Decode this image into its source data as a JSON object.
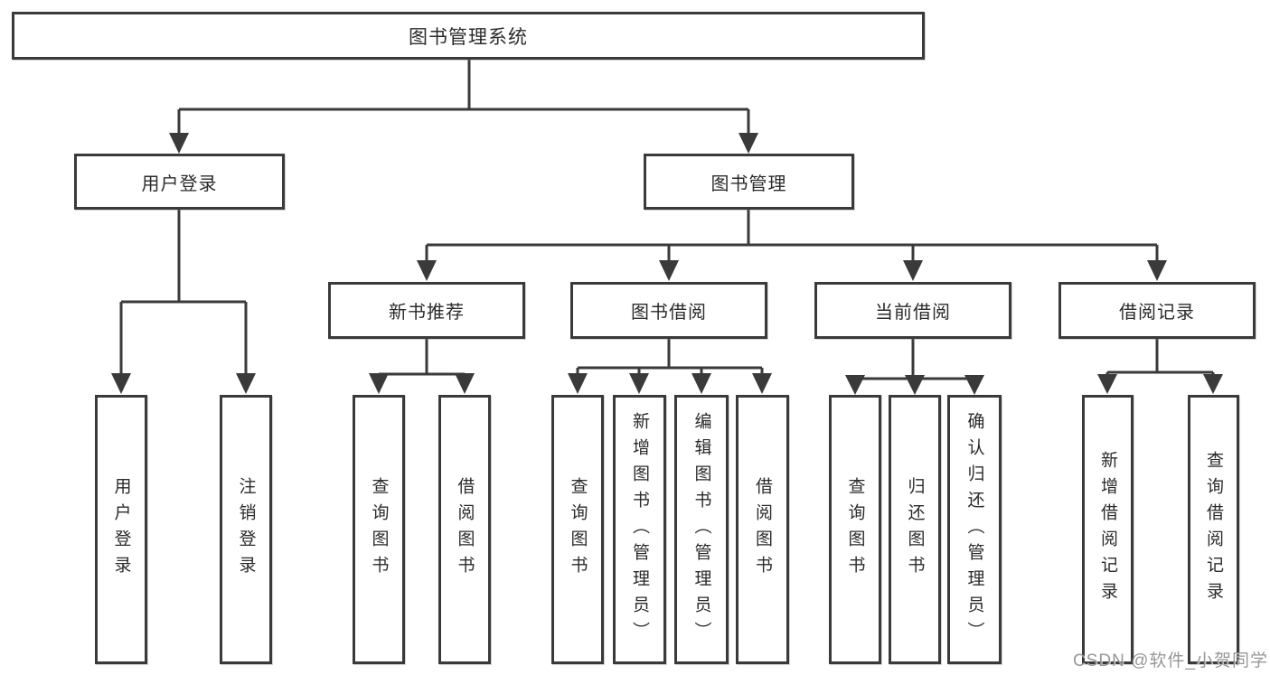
{
  "diagram": {
    "root": "图书管理系统",
    "branches": [
      {
        "label": "用户登录",
        "children": [
          "用户登录",
          "注销登录"
        ]
      },
      {
        "label": "图书管理",
        "sections": [
          {
            "label": "新书推荐",
            "children": [
              "查询图书",
              "借阅图书"
            ]
          },
          {
            "label": "图书借阅",
            "children": [
              "查询图书",
              "新增图书（管理员）",
              "编辑图书（管理员）",
              "借阅图书"
            ]
          },
          {
            "label": "当前借阅",
            "children": [
              "查询图书",
              "归还图书",
              "确认归还（管理员）"
            ]
          },
          {
            "label": "借阅记录",
            "children": [
              "新增借阅记录",
              "查询借阅记录"
            ]
          }
        ]
      }
    ]
  },
  "watermark": {
    "text": "CSDN @软件_小贺同学"
  },
  "colors": {
    "line": "#3a3a3a",
    "box_border": "#3a3a3a",
    "text": "#2b2b2b",
    "watermark": "#919191",
    "background": "#ffffff"
  }
}
